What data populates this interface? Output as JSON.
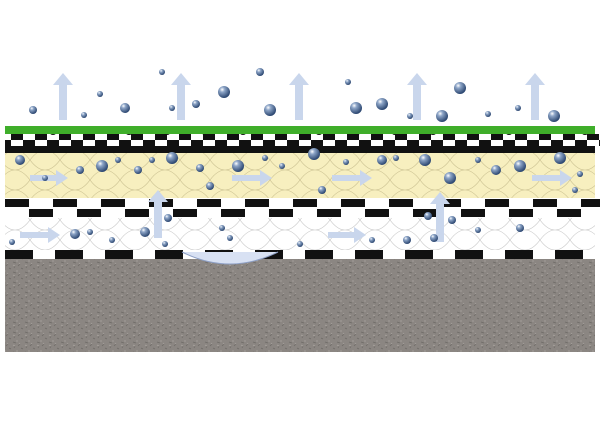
{
  "diagram": {
    "layers": [
      {
        "name": "vegetation-layer",
        "color": "#3fae2a"
      },
      {
        "name": "drainage-membrane",
        "color": "#111111"
      },
      {
        "name": "upper-thermal-insulation",
        "color": "#f7efbf"
      },
      {
        "name": "vapor-barrier-membrane",
        "color": "#111111"
      },
      {
        "name": "lower-thermal-insulation",
        "color": "#ffffff"
      },
      {
        "name": "waterproofing-membrane",
        "color": "#111111"
      },
      {
        "name": "concrete-slab",
        "color": "#8a8581"
      }
    ],
    "moisture_droplet_color": "#3d5d8a",
    "vapor_arrow_color": "#c9d6ec",
    "arrows": [
      {
        "direction": "up",
        "layer": "above-roof"
      },
      {
        "direction": "right",
        "layer": "upper-thermal-insulation"
      },
      {
        "direction": "right",
        "layer": "lower-thermal-insulation"
      },
      {
        "direction": "up",
        "layer": "through-insulation"
      }
    ]
  }
}
